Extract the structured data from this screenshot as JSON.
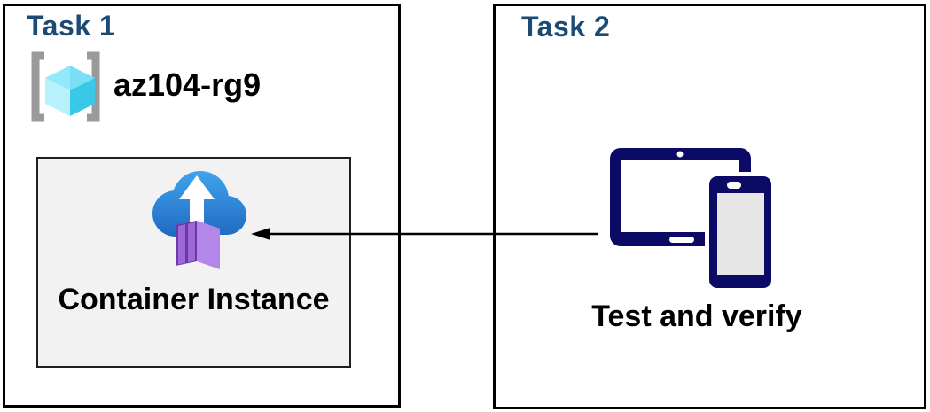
{
  "diagram": {
    "task1": {
      "title": "Task 1",
      "resource_group": {
        "name": "az104-rg9",
        "icon": "resource-group-icon"
      },
      "panel": {
        "label": "Container Instance",
        "icon": "container-instance-icon"
      }
    },
    "task2": {
      "title": "Task 2",
      "label": "Test and verify",
      "icon": "devices-icon"
    },
    "connector": {
      "type": "arrow",
      "direction": "right-to-left",
      "from": "devices-icon",
      "to": "container-instance-icon"
    }
  },
  "colors": {
    "task_title": "#1B4A74",
    "border": "#000000",
    "panel_bg": "#F2F2F2",
    "arrow": "#000000",
    "device_navy": "#0B0B66",
    "phone_screen": "#E6E6E6",
    "cloud_top": "#3FA2EA",
    "cloud_bottom": "#1D63BE",
    "purple_front": "#6D39A6",
    "purple_door": "#9C68D8",
    "purple_top": "#A470DB",
    "purple_side": "#B287E9",
    "bracket_gray": "#9A9A9A",
    "cube_top_left": "#92E9FA",
    "cube_top_right": "#7ADFF6",
    "cube_left": "#B6F1FC",
    "cube_right": "#39C8E8"
  }
}
